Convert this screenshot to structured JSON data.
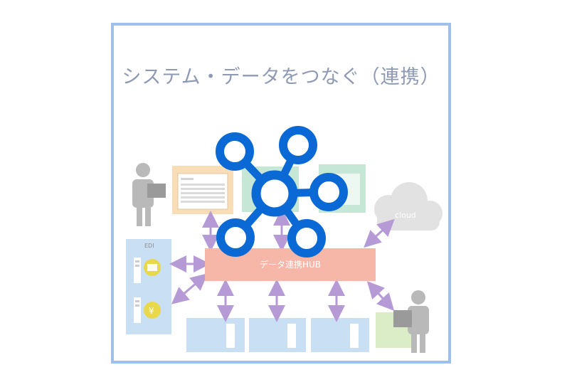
{
  "title": "システム・データをつなぐ（連携）",
  "hub_label": "データ連携HUB",
  "cloud_label": "cloud",
  "edi_label": "EDI",
  "colors": {
    "frame_border": "#9fc0ea",
    "hub_fill": "#f6b7a9",
    "arrow": "#b59ad6",
    "module_blue": "#c9dff3",
    "module_orange": "#f9ddb6",
    "module_green": "#c6e7d6",
    "cloud": "#e2e2e2",
    "logo_blue": "#0a69d4"
  },
  "icons": [
    "person-laptop-icon",
    "person-desktop-icon",
    "cloud-icon",
    "hub-network-icon",
    "mail-icon",
    "yen-icon",
    "server-icon"
  ]
}
